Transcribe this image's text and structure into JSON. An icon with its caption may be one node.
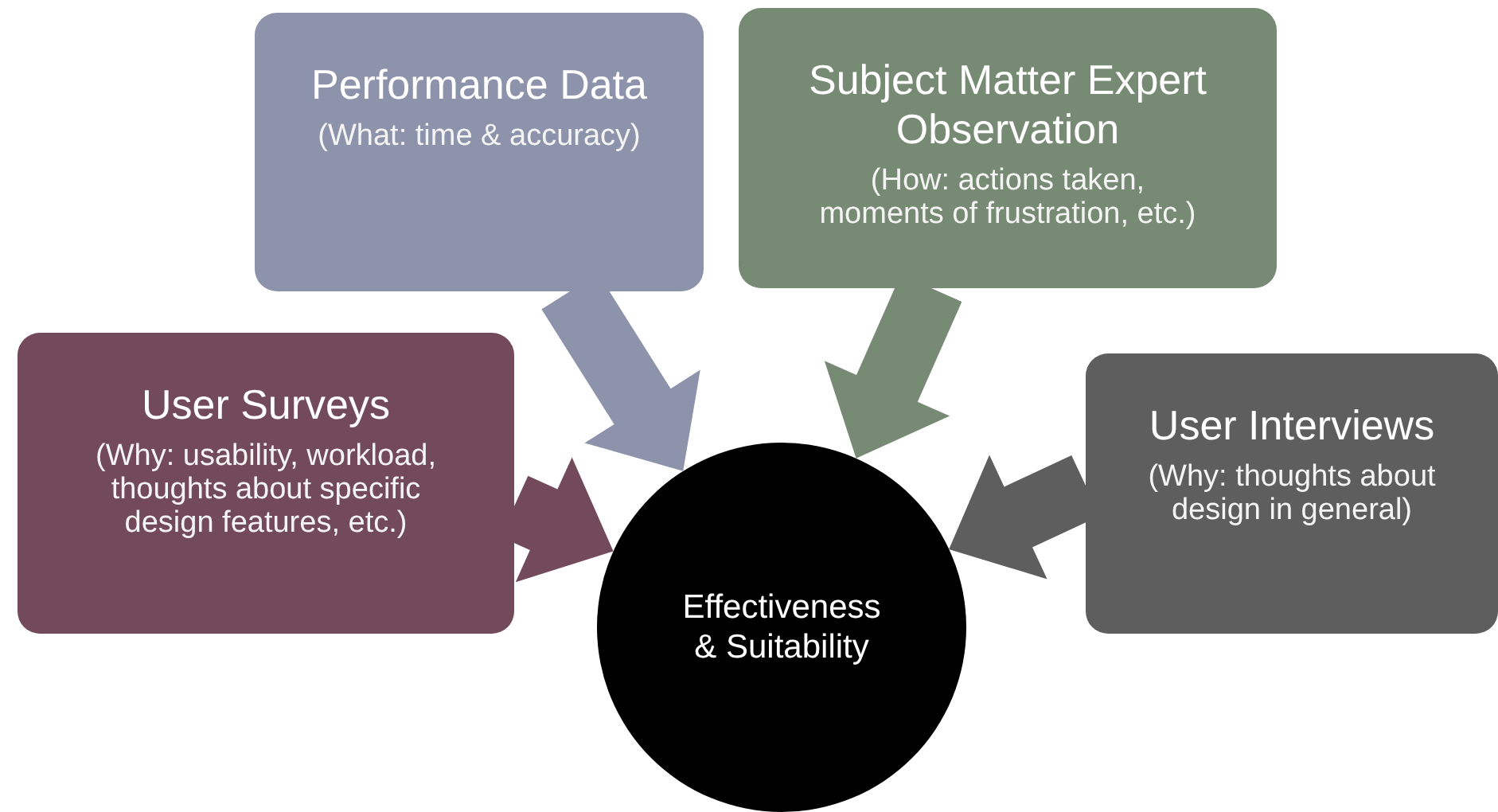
{
  "diagram": {
    "nodes": [
      {
        "text": [
          "User Surveys",
          "(Why: usability, workload, thoughts about specific design features, etc.)"
        ]
      },
      {
        "text": [
          "Performance Data",
          "(What: time & accuracy)"
        ]
      },
      {
        "text": [
          "Subject Matter Expert Observation",
          "(How: actions taken, moments of frustration, etc.)"
        ]
      },
      {
        "text": [
          "User Interviews",
          "(Why: thoughts about design in general)"
        ]
      },
      {
        "text": [
          "Effectiveness & Suitability"
        ]
      }
    ],
    "edges": [
      {
        "from": 0,
        "to": 4,
        "arrow": "to",
        "style": "thick",
        "color": "#734a59"
      },
      {
        "from": 1,
        "to": 4,
        "arrow": "to",
        "style": "thick",
        "color": "#8c93aa"
      },
      {
        "from": 2,
        "to": 4,
        "arrow": "to",
        "style": "thick",
        "color": "#778a73"
      },
      {
        "from": 3,
        "to": 4,
        "arrow": "to",
        "style": "thick",
        "color": "#5e5e5e"
      }
    ]
  }
}
